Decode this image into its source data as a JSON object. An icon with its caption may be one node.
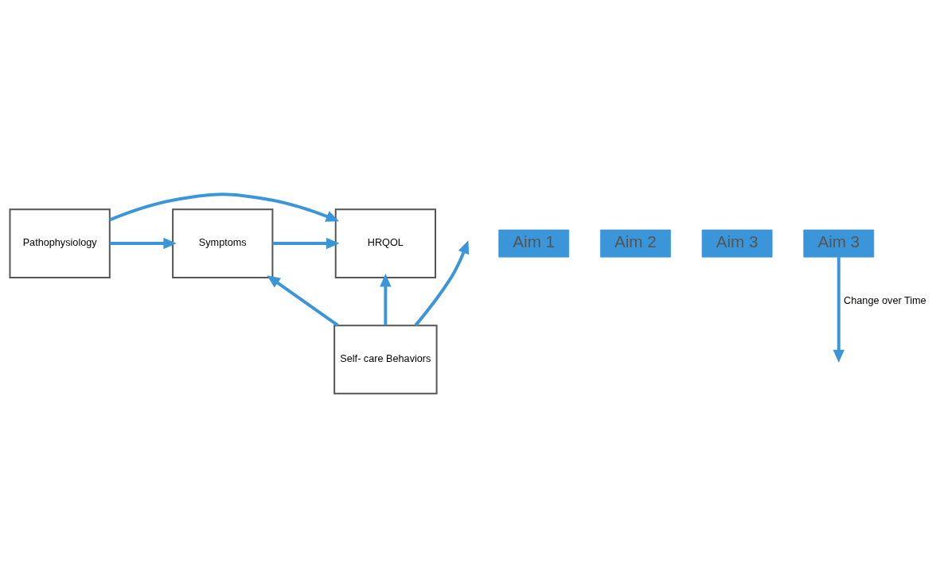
{
  "diagram": {
    "nodes": [
      {
        "text": [
          "Pathophysiology"
        ]
      },
      {
        "text": [
          "Symptoms"
        ]
      },
      {
        "text": [
          "HRQOL"
        ]
      },
      {
        "text": [
          "Self- care Behaviors"
        ]
      },
      {
        "text": [
          "Aim 1"
        ]
      },
      {
        "text": [
          "Aim 2"
        ]
      },
      {
        "text": [
          "Aim 3"
        ]
      },
      {
        "text": [
          "Aim 3"
        ]
      }
    ],
    "edges": [
      {
        "from": 0,
        "to": 2,
        "arrow": "to"
      },
      {
        "from": 0,
        "to": 1,
        "arrow": "to"
      },
      {
        "from": 1,
        "to": 2,
        "arrow": "to"
      },
      {
        "from": 3,
        "to": 1,
        "arrow": "to"
      },
      {
        "from": 3,
        "to": null,
        "arrow": "to"
      },
      {
        "from": 3,
        "to": 2,
        "arrow": "to"
      },
      {
        "from": 7,
        "to": null,
        "arrow": "to",
        "label": "Change over Time"
      }
    ]
  }
}
